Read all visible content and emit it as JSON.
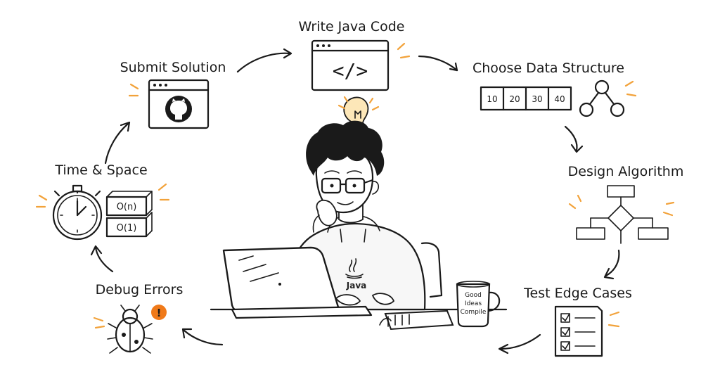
{
  "steps": {
    "write_code": "Write Java Code",
    "choose_ds": "Choose Data Structure",
    "design_algo": "Design Algorithm",
    "test_edge": "Test Edge Cases",
    "debug": "Debug Errors",
    "time_space": "Time & Space",
    "submit": "Submit Solution"
  },
  "code_symbol": "</>",
  "array_cells": [
    "10",
    "20",
    "30",
    "40"
  ],
  "complexity": [
    "O(n)",
    "O(1)"
  ],
  "hoodie_label": "Java",
  "mug_lines": [
    "Good",
    "Ideas",
    "Compile"
  ],
  "alert_symbol": "!",
  "colors": {
    "accent": "#f2a23a",
    "alert": "#f07a1a",
    "ink": "#1a1a1a"
  },
  "icons": [
    "code-window-icon",
    "array-icon",
    "tree-icon",
    "flowchart-icon",
    "checklist-icon",
    "bug-icon",
    "stopwatch-icon",
    "github-icon",
    "lightbulb-icon"
  ]
}
